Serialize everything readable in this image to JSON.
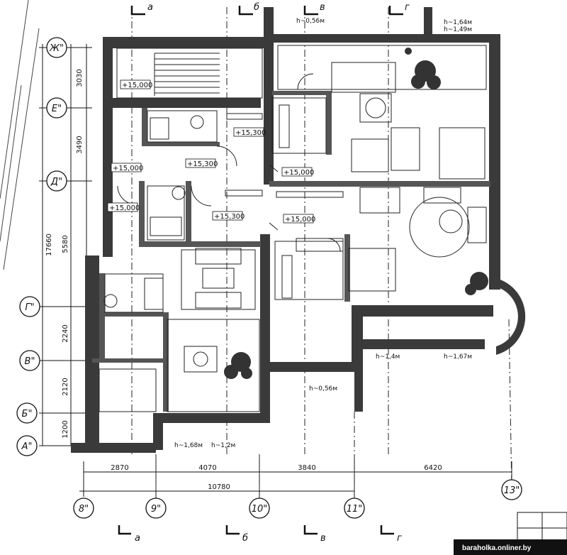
{
  "section_marks": {
    "top": [
      "а",
      "б",
      "в",
      "г"
    ],
    "bottom": [
      "а",
      "б",
      "в",
      "г"
    ]
  },
  "axes_left": [
    "Ж\"",
    "Е\"",
    "Д\"",
    "Г\"",
    "В\"",
    "Б\"",
    "А\""
  ],
  "axes_bottom": [
    "8\"",
    "9\"",
    "10\"",
    "11\"",
    "13\""
  ],
  "dims_left": [
    "3030",
    "3490",
    "5580",
    "2240",
    "2120",
    "1200"
  ],
  "dim_left_total": "17660",
  "dims_bottom": [
    "2870",
    "4070",
    "3840",
    "6420"
  ],
  "dim_bottom_total": "10780",
  "levels": [
    "+15,000",
    "+15,300",
    "+15,000",
    "+15,300",
    "+15,000",
    "+15,300",
    "+15,000",
    "+15,000"
  ],
  "heights": {
    "top_right_1": "h~1,64м",
    "top_right_2": "h~1,49м",
    "top_mid": "h~0,56м",
    "center": "h~0,56м",
    "bottom_left_1": "h~1,68м",
    "bottom_left_2": "h~1,2м",
    "right_1": "h~1,4м",
    "right_2": "h~1,67м"
  },
  "watermark": "baraholka.onliner.by"
}
